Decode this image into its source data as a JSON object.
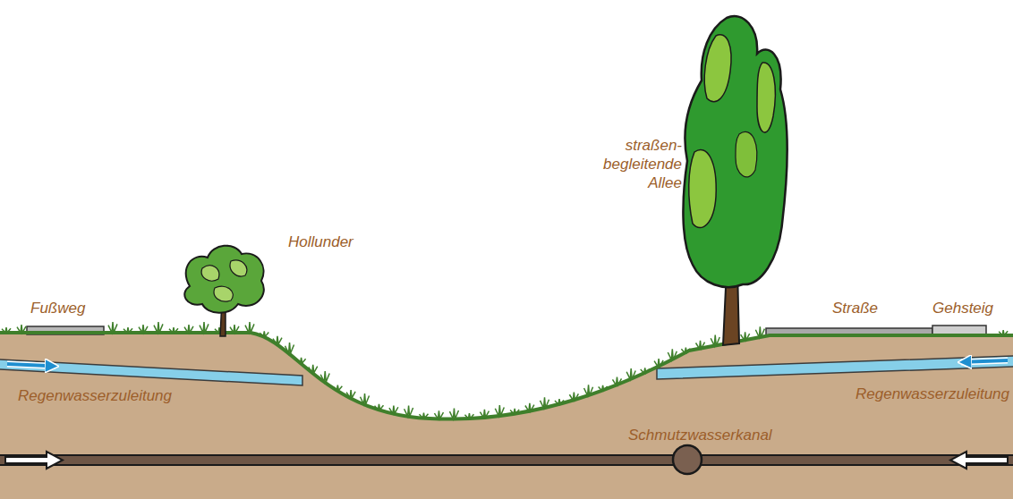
{
  "diagram": {
    "labels": [
      "Fußweg",
      "Hollunder",
      "straßen- begleitende Allee",
      "Straße",
      "Gehsteig",
      "Regenwasserzuleitung",
      "Regenwasserzuleitung",
      "Schmutzwasserkanal"
    ]
  }
}
